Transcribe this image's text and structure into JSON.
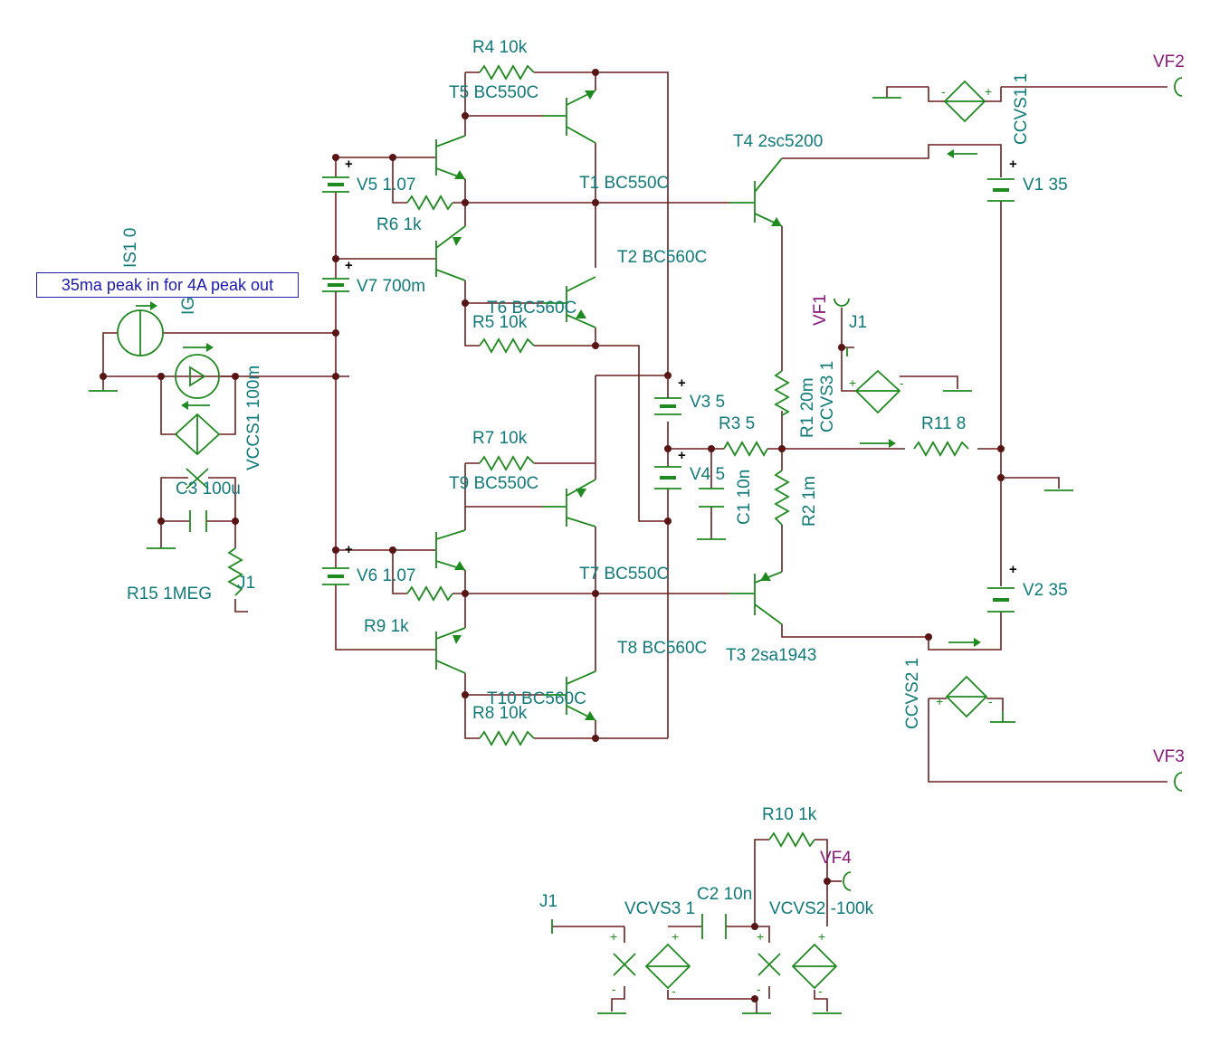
{
  "note": "35ma peak in for 4A peak out",
  "labels": {
    "r4": "R4 10k",
    "t5": "T5 BC550C",
    "v5": "V5 1.07",
    "r6": "R6 1k",
    "t1": "T1 BC550C",
    "t4": "T4 2sc5200",
    "v1": "V1 35",
    "ccvs1": "CCVS1 1",
    "vf2": "VF2",
    "is1": "IS1 0",
    "ig": "IG",
    "v7": "V7 700m",
    "t2": "T2 BC560C",
    "t6": "T6 BC560C",
    "r5": "R5 10k",
    "vccs1": "VCCS1 100m",
    "vf1": "VF1",
    "j1a": "J1",
    "ccvs3": "CCVS3 1",
    "r1": "R1 20m",
    "v3": "V3 5",
    "r3": "R3 5",
    "r11": "R11 8",
    "v4": "V4 5",
    "c1": "C1 10n",
    "r2": "R2 1m",
    "r7": "R7 10k",
    "t9": "T9 BC550C",
    "c3": "C3 100u",
    "v6": "V6 1.07",
    "t7": "T7 BC550C",
    "r15": "R15 1MEG",
    "j1b": "J1",
    "r9": "R9 1k",
    "v2": "V2 35",
    "t8": "T8 BC560C",
    "t3": "T3 2sa1943",
    "ccvs2": "CCVS2 1",
    "t10": "T10 BC560C",
    "r8": "R8 10k",
    "vf3": "VF3",
    "r10": "R10 1k",
    "vf4": "VF4",
    "j1c": "J1",
    "vcvs3": "VCVS3 1",
    "c2": "C2 10n",
    "vcvs2": "VCVS2 -100k"
  },
  "colors": {
    "wire": "#6b1f1f",
    "component": "#1f8a1f",
    "label": "#117a7a",
    "probe": "#8a1a7a",
    "note": "#1a1ab0"
  }
}
